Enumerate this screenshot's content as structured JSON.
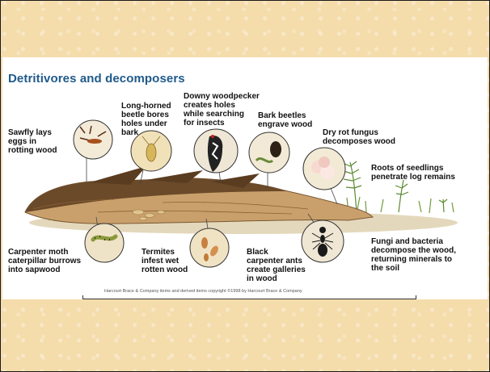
{
  "title": "Detritivores and decomposers",
  "labels": {
    "sawfly": "Sawfly lays\neggs in\nrotting wood",
    "beetle": "Long-horned\nbeetle bores\nholes under\nbark",
    "woodpecker": "Downy woodpecker\ncreates holes\nwhile searching\nfor insects",
    "bark_beetles": "Bark beetles\nengrave wood",
    "dry_rot": "Dry rot fungus\ndecomposes wood",
    "seedlings": "Roots of seedlings\npenetrate log remains",
    "carpenter_moth": "Carpenter moth\ncaterpillar burrows\ninto sapwood",
    "termites": "Termites\ninfest wet\nrotten wood",
    "ants": "Black\ncarpenter ants\ncreate galleries\nin wood",
    "fungi": "Fungi and bacteria\ndecompose the wood,\nreturning minerals to\nthe soil"
  },
  "credit": "Harcourt Brace & Company items and derived items copyright ©1998 by Harcourt Brace & Company",
  "colors": {
    "background": "#f4dcab",
    "title": "#1f5a8a",
    "log_bark": "#6b4a2a",
    "log_wood": "#c9a06b",
    "grass": "#6f9a3a"
  }
}
